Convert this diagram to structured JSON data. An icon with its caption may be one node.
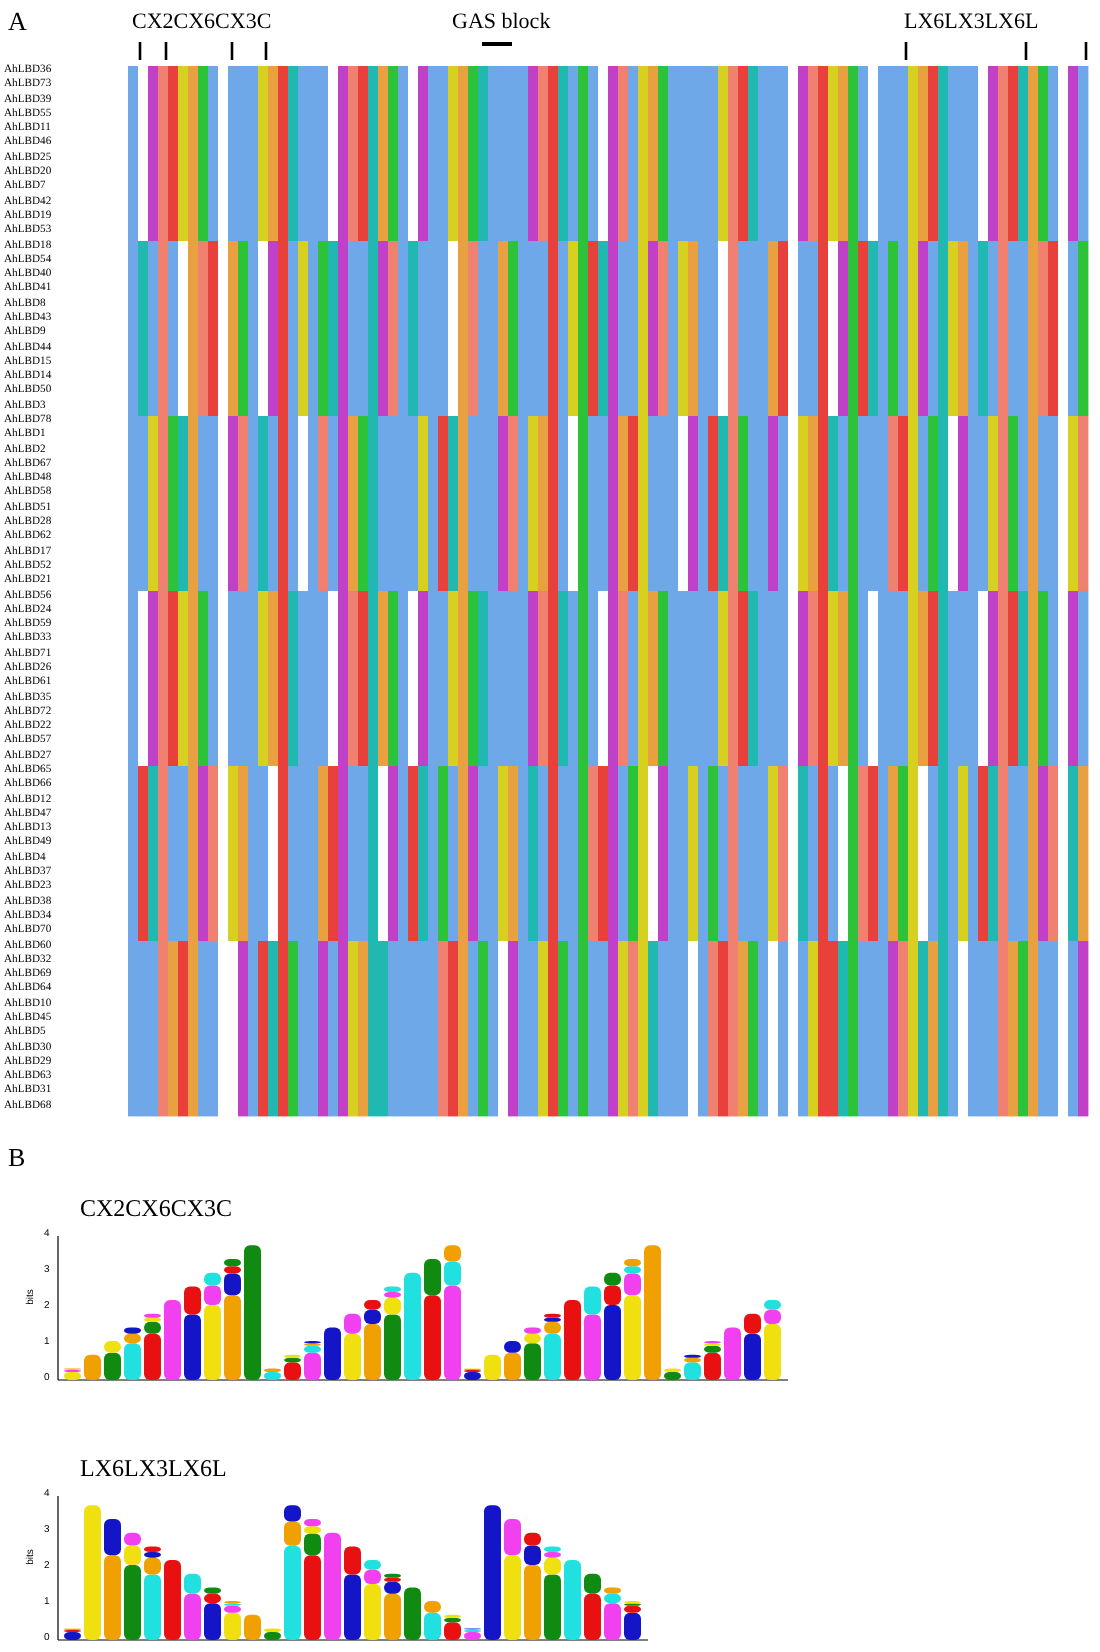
{
  "diagram": {
    "labels": [
      "A",
      "CX2CX6CX3C",
      "GAS block",
      "LX6LX3LX6L",
      "AhLBD36",
      "AhLBD73",
      "AhLBD39",
      "AhLBD55",
      "AhLBD11",
      "AhLBD46",
      "AhLBD25",
      "AhLBD20",
      "AhLBD7",
      "AhLBD42",
      "AhLBD19",
      "AhLBD53",
      "AhLBD18",
      "AhLBD54",
      "AhLBD40",
      "AhLBD41",
      "AhLBD8",
      "AhLBD43",
      "AhLBD9",
      "AhLBD44",
      "AhLBD15",
      "AhLBD14",
      "AhLBD50",
      "AhLBD3",
      "AhLBD78",
      "AhLBD1",
      "AhLBD2",
      "AhLBD67",
      "AhLBD48",
      "AhLBD58",
      "AhLBD51",
      "AhLBD28",
      "AhLBD62",
      "AhLBD17",
      "AhLBD52",
      "AhLBD21",
      "AhLBD56",
      "AhLBD24",
      "AhLBD59",
      "AhLBD33",
      "AhLBD71",
      "AhLBD26",
      "AhLBD61",
      "AhLBD35",
      "AhLBD72",
      "AhLBD22",
      "AhLBD57",
      "AhLBD27",
      "AhLBD65",
      "AhLBD66",
      "AhLBD12",
      "AhLBD47",
      "AhLBD13",
      "AhLBD49",
      "AhLBD4",
      "AhLBD37",
      "AhLBD23",
      "AhLBD38",
      "AhLBD34",
      "AhLBD70",
      "AhLBD60",
      "AhLBD32",
      "AhLBD69",
      "AhLBD64",
      "AhLBD10",
      "AhLBD45",
      "AhLBD5",
      "AhLBD30",
      "AhLBD29",
      "AhLBD63",
      "AhLBD31",
      "AhLBD68",
      "B",
      "CX2CX6CX3C",
      "bits",
      "4",
      "3",
      "2",
      "1",
      "0",
      "LX6LX3LX6L",
      "bits",
      "4",
      "3",
      "2",
      "1",
      "0"
    ]
  }
}
